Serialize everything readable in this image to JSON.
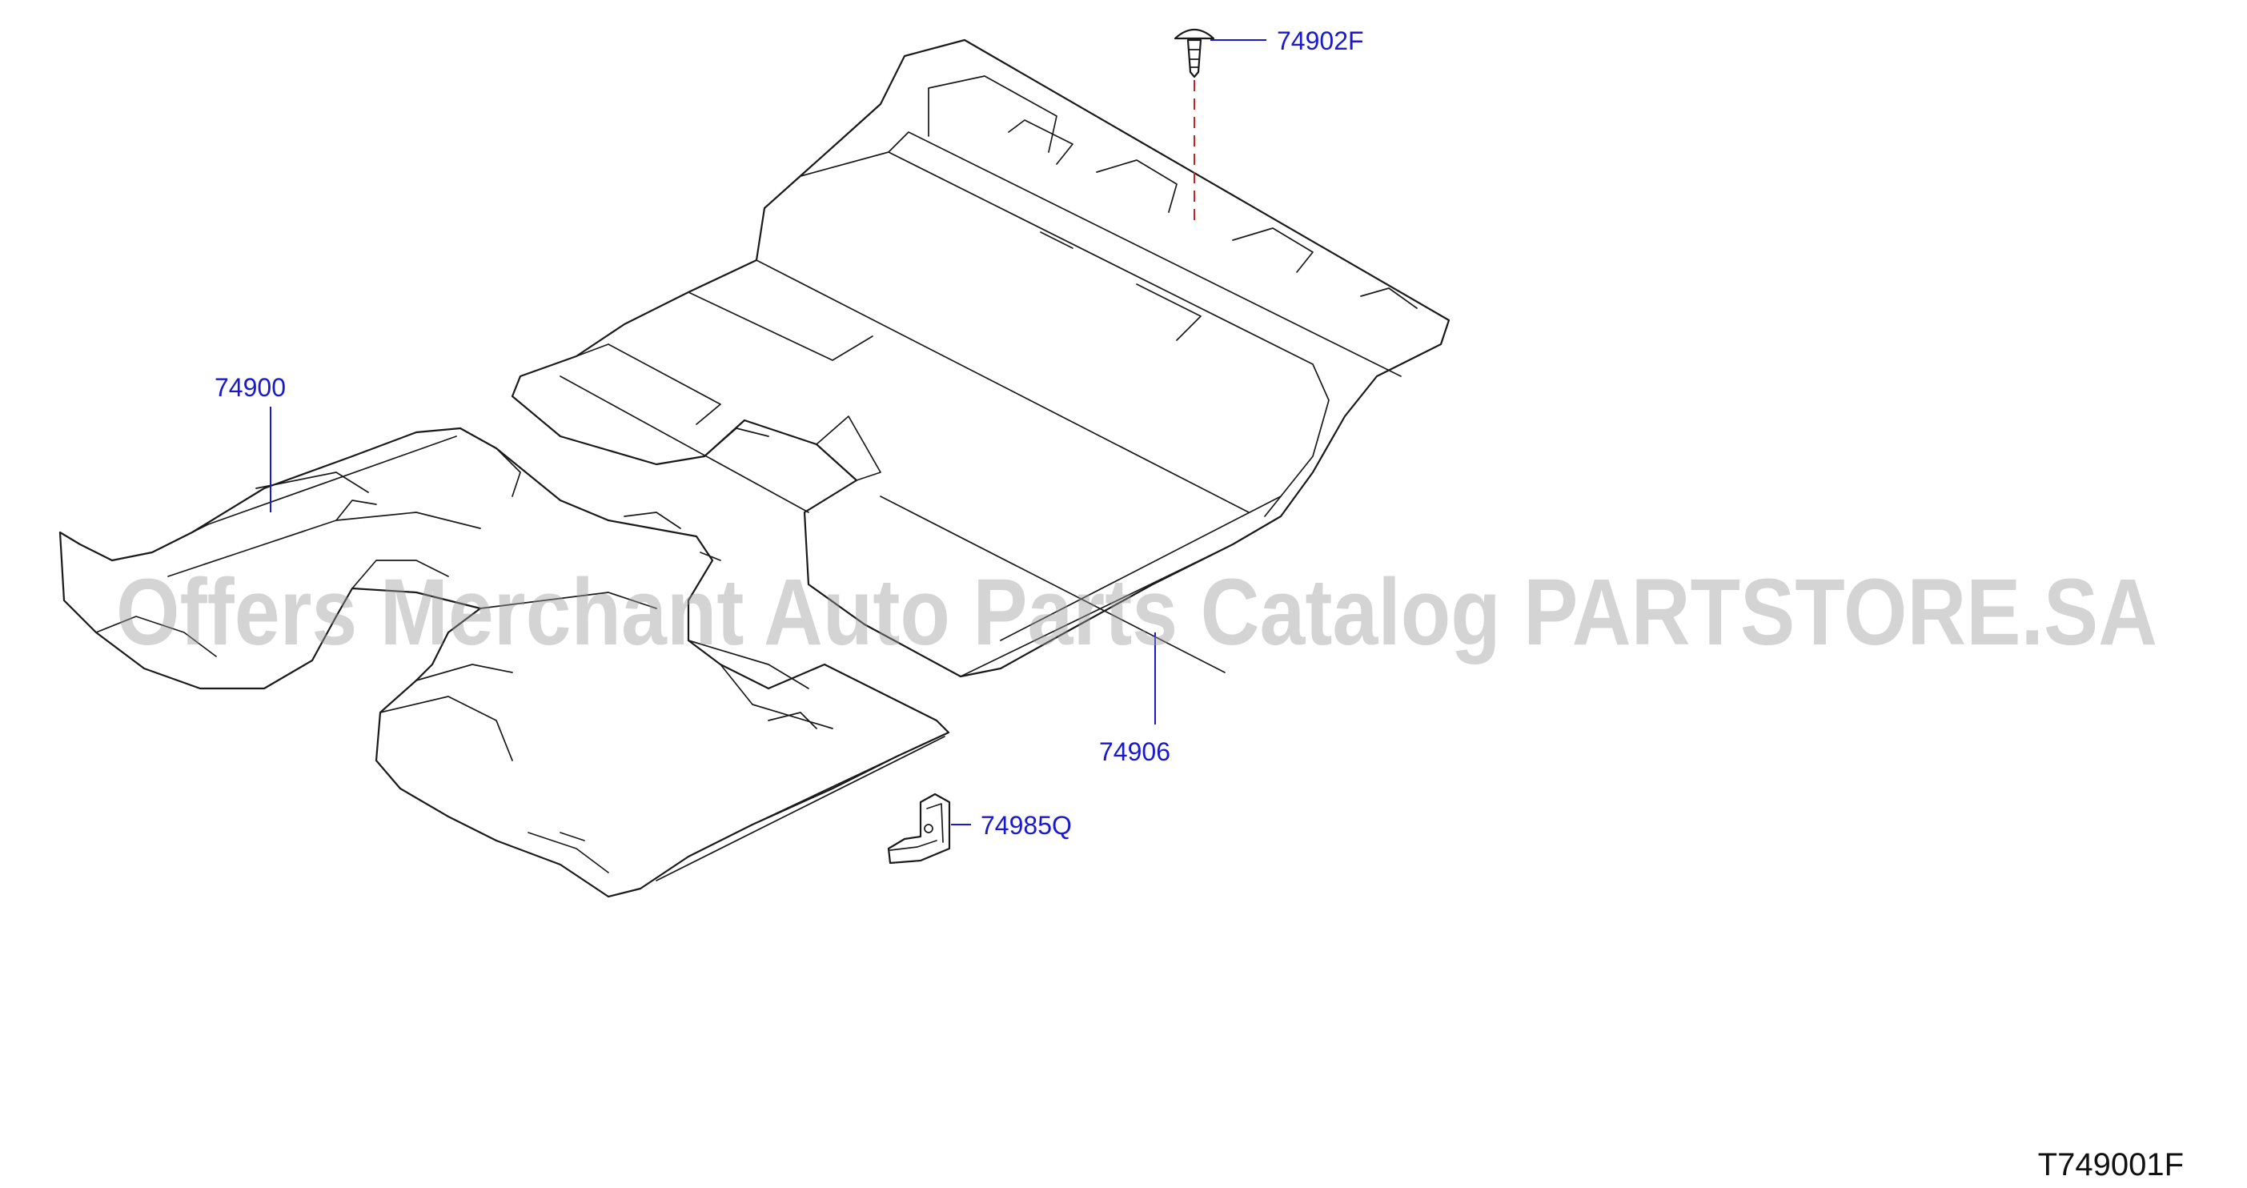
{
  "callouts": {
    "clip_top": "74902F",
    "front_carpet": "74900",
    "rear_carpet": "74906",
    "hook": "74985Q"
  },
  "diagram_id": "T749001F",
  "watermark": "Offers Merchant Auto Parts Catalog PARTSTORE.SA",
  "colors": {
    "callout_text": "#1a1acc",
    "leader_line": "#1a1acc",
    "fastener_axis": "#cc2222",
    "outline": "#1a1a1a"
  },
  "icons": [
    "push-clip-icon",
    "carpet-hook-icon"
  ]
}
